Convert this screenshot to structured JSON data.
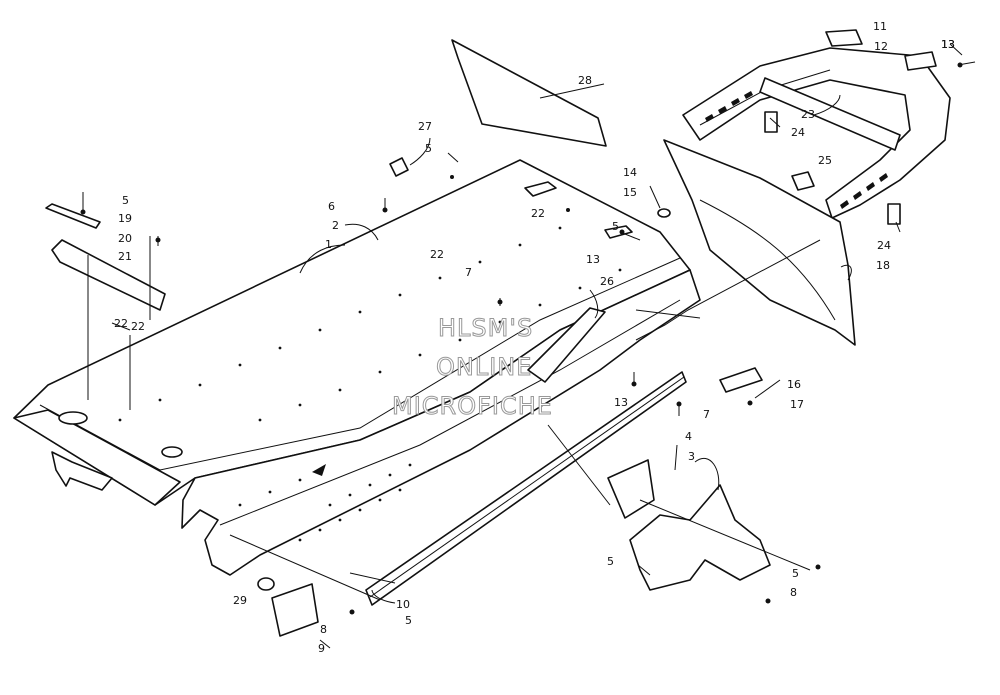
{
  "watermark": [
    "HLSM'S",
    "ONLINE",
    "MICROFICHE"
  ],
  "callouts": [
    "1",
    "2",
    "3",
    "4",
    "5",
    "5",
    "5",
    "5",
    "5",
    "5",
    "6",
    "7",
    "7",
    "8",
    "8",
    "9",
    "10",
    "11",
    "12",
    "13",
    "13",
    "13",
    "13",
    "14",
    "15",
    "16",
    "17",
    "18",
    "19",
    "20",
    "21",
    "22",
    "22",
    "22",
    "22",
    "23",
    "24",
    "24",
    "25",
    "26",
    "27",
    "28",
    "29"
  ],
  "colors": {
    "ink": "#111111",
    "paper": "#ffffff",
    "watermark_outline": "#999999"
  }
}
